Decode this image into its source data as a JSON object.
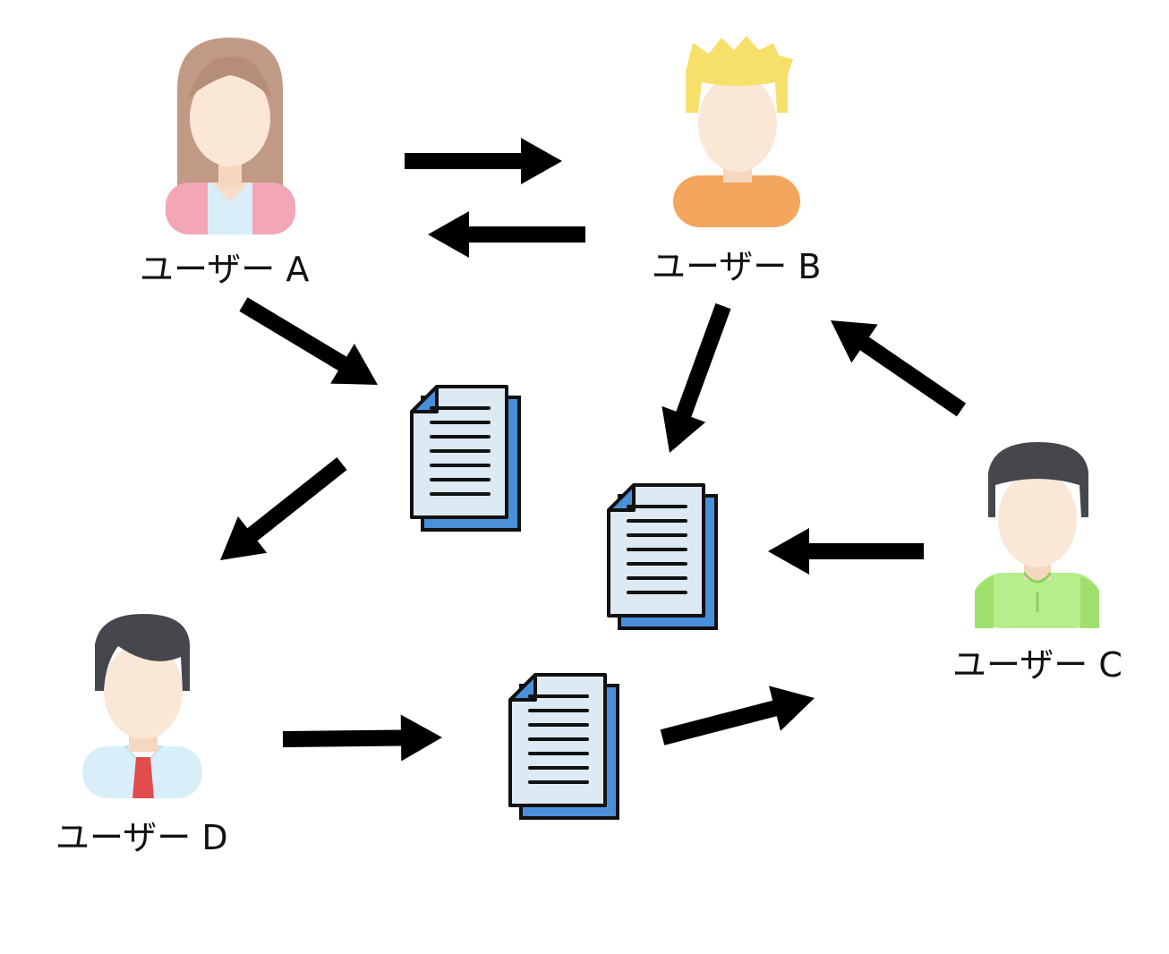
{
  "users": [
    {
      "id": "a",
      "label": "ユーザー A",
      "avatar": "woman-avatar-icon"
    },
    {
      "id": "b",
      "label": "ユーザー B",
      "avatar": "blond-man-avatar-icon"
    },
    {
      "id": "c",
      "label": "ユーザー C",
      "avatar": "man-green-shirt-avatar-icon"
    },
    {
      "id": "d",
      "label": "ユーザー D",
      "avatar": "man-necktie-avatar-icon"
    }
  ],
  "documents": [
    {
      "id": "doc1",
      "icon": "document-stack-icon"
    },
    {
      "id": "doc2",
      "icon": "document-stack-icon"
    },
    {
      "id": "doc3",
      "icon": "document-stack-icon"
    }
  ],
  "arrows": [
    {
      "from": "a",
      "to": "b"
    },
    {
      "from": "b",
      "to": "a"
    },
    {
      "from": "a",
      "to": "doc1"
    },
    {
      "from": "doc1",
      "to": "d"
    },
    {
      "from": "b",
      "to": "doc2"
    },
    {
      "from": "c",
      "to": "b"
    },
    {
      "from": "c",
      "to": "doc2"
    },
    {
      "from": "d",
      "to": "doc3"
    },
    {
      "from": "doc3",
      "to": "c"
    }
  ],
  "colors": {
    "arrow": "#000000",
    "doc_paper": "#dde9f3",
    "doc_back": "#4a90d9",
    "doc_outline": "#111111"
  }
}
